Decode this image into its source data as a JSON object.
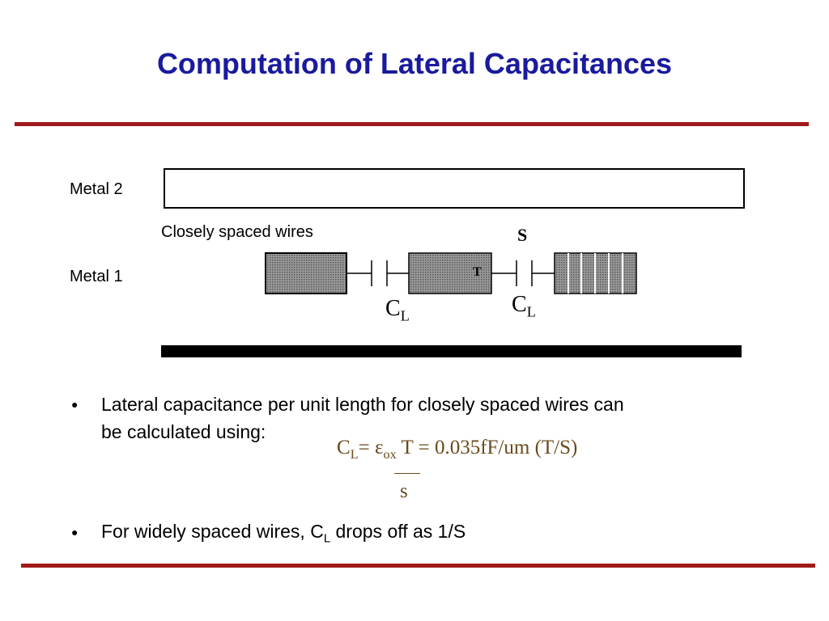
{
  "title": "Computation of Lateral Capacitances",
  "diagram": {
    "metal2_label": "Metal 2",
    "metal1_label": "Metal 1",
    "closely_spaced_label": "Closely spaced wires",
    "spacing_label": "S",
    "thickness_label": "T",
    "cap_label_main": "C",
    "cap_label_sub": "L"
  },
  "bullets": [
    {
      "line1": "Lateral capacitance per unit length for closely spaced wires can",
      "line2": "be calculated using:"
    },
    {
      "prefix": "For widely spaced wires, C",
      "sub": "L",
      "suffix": " drops off as 1/S"
    }
  ],
  "formula": {
    "lhs_main": "C",
    "lhs_sub": "L",
    "equals": "= ",
    "eps": "ε",
    "eps_sub": "ox",
    "rest": " T = 0.035fF/um (T/S)",
    "denominator": "s"
  },
  "colors": {
    "title": "#1a1a9e",
    "rule": "#a01a1a",
    "formula": "#6b4a1a"
  }
}
